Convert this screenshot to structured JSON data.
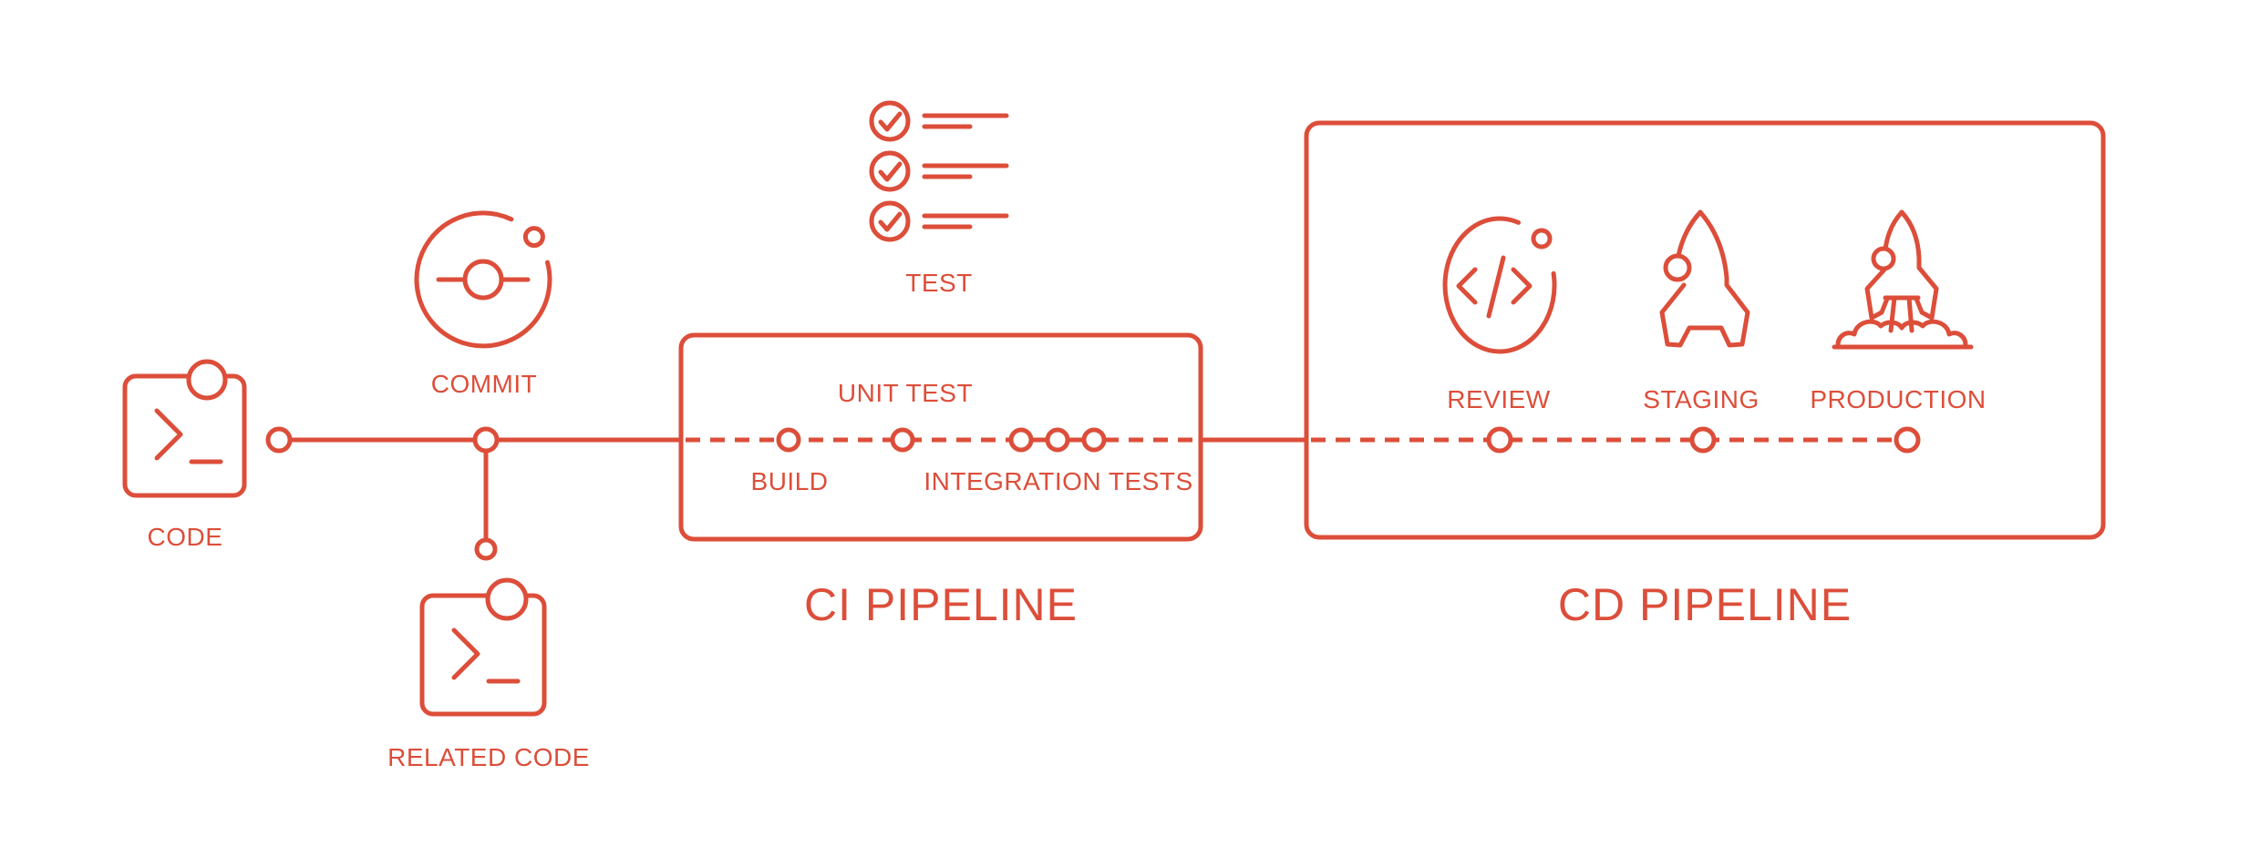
{
  "diagram": {
    "title": "CI CD pipeline flow diagram",
    "accent_color": "#DC4E3A",
    "background_color": "#FFFFFF",
    "stages": {
      "code": {
        "label": "CODE",
        "icon": "terminal-icon"
      },
      "commit": {
        "label": "COMMIT",
        "icon": "commit-icon"
      },
      "related_code": {
        "label": "RELATED CODE",
        "icon": "terminal-icon"
      },
      "test": {
        "label": "TEST",
        "icon": "checklist-icon"
      },
      "build": {
        "label": "BUILD",
        "icon": "pipeline-node"
      },
      "unit_test": {
        "label": "UNIT TEST",
        "icon": "pipeline-node"
      },
      "integration_tests": {
        "label": "INTEGRATION TESTS",
        "icon": "pipeline-node"
      },
      "review": {
        "label": "REVIEW",
        "icon": "code-review-icon"
      },
      "staging": {
        "label": "STAGING",
        "icon": "rocket-icon"
      },
      "production": {
        "label": "PRODUCTION",
        "icon": "rocket-launch-icon"
      }
    },
    "groups": {
      "ci": {
        "label": "CI PIPELINE"
      },
      "cd": {
        "label": "CD PIPELINE"
      }
    }
  }
}
